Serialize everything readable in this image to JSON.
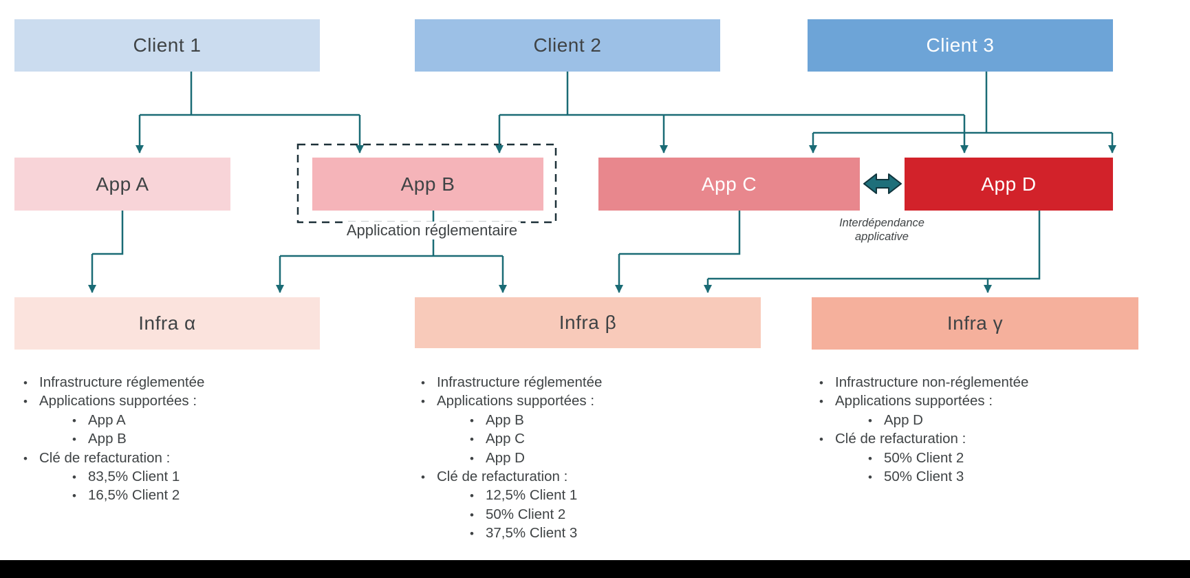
{
  "diagram": {
    "boxes": {
      "client1": {
        "label": "Client 1",
        "color": "#CBDCEF",
        "text_color": "#3F4345"
      },
      "client2": {
        "label": "Client 2",
        "color": "#9CC0E6",
        "text_color": "#3F4345"
      },
      "client3": {
        "label": "Client 3",
        "color": "#6DA4D7",
        "text_color": "#FFFFFF"
      },
      "appA": {
        "label": "App A",
        "color": "#F8D4D8",
        "text_color": "#3F4345"
      },
      "appB": {
        "label": "App B",
        "color": "#F5B4B9",
        "text_color": "#3F4345"
      },
      "appC": {
        "label": "App C",
        "color": "#E8878D",
        "text_color": "#FFFFFF"
      },
      "appD": {
        "label": "App D",
        "color": "#D2222A",
        "text_color": "#FFFFFF"
      },
      "infraAlpha": {
        "label": "Infra α",
        "color": "#FBE3DD",
        "text_color": "#3F4345"
      },
      "infraBeta": {
        "label": "Infra β",
        "color": "#F8CABA",
        "text_color": "#3F4345"
      },
      "infraGamma": {
        "label": "Infra γ",
        "color": "#F5B09C",
        "text_color": "#3F4345"
      }
    },
    "annotations": {
      "regulatory_app": "Application réglementaire",
      "interdependency_line1": "Interdépendance",
      "interdependency_line2": "applicative"
    },
    "connector_color": "#1A6B75",
    "dashed_border_color": "#1C3038",
    "lists": [
      {
        "under": "Infra α",
        "items": [
          {
            "level": 0,
            "text": "Infrastructure réglementée"
          },
          {
            "level": 0,
            "text": "Applications supportées :"
          },
          {
            "level": 1,
            "text": "App A"
          },
          {
            "level": 1,
            "text": "App B"
          },
          {
            "level": 0,
            "text": "Clé de refacturation :"
          },
          {
            "level": 1,
            "text": "83,5% Client 1"
          },
          {
            "level": 1,
            "text": "16,5% Client 2"
          }
        ]
      },
      {
        "under": "Infra β",
        "items": [
          {
            "level": 0,
            "text": "Infrastructure réglementée"
          },
          {
            "level": 0,
            "text": "Applications supportées :"
          },
          {
            "level": 1,
            "text": "App B"
          },
          {
            "level": 1,
            "text": "App C"
          },
          {
            "level": 1,
            "text": "App D"
          },
          {
            "level": 0,
            "text": "Clé de refacturation :"
          },
          {
            "level": 1,
            "text": "12,5% Client 1"
          },
          {
            "level": 1,
            "text": "50% Client 2"
          },
          {
            "level": 1,
            "text": "37,5% Client 3"
          }
        ]
      },
      {
        "under": "Infra γ",
        "items": [
          {
            "level": 0,
            "text": "Infrastructure non-réglementée"
          },
          {
            "level": 0,
            "text": "Applications supportées :"
          },
          {
            "level": 1,
            "text": "App D"
          },
          {
            "level": 0,
            "text": "Clé de refacturation :"
          },
          {
            "level": 1,
            "text": "50% Client 2"
          },
          {
            "level": 1,
            "text": "50% Client 3"
          }
        ]
      }
    ]
  }
}
